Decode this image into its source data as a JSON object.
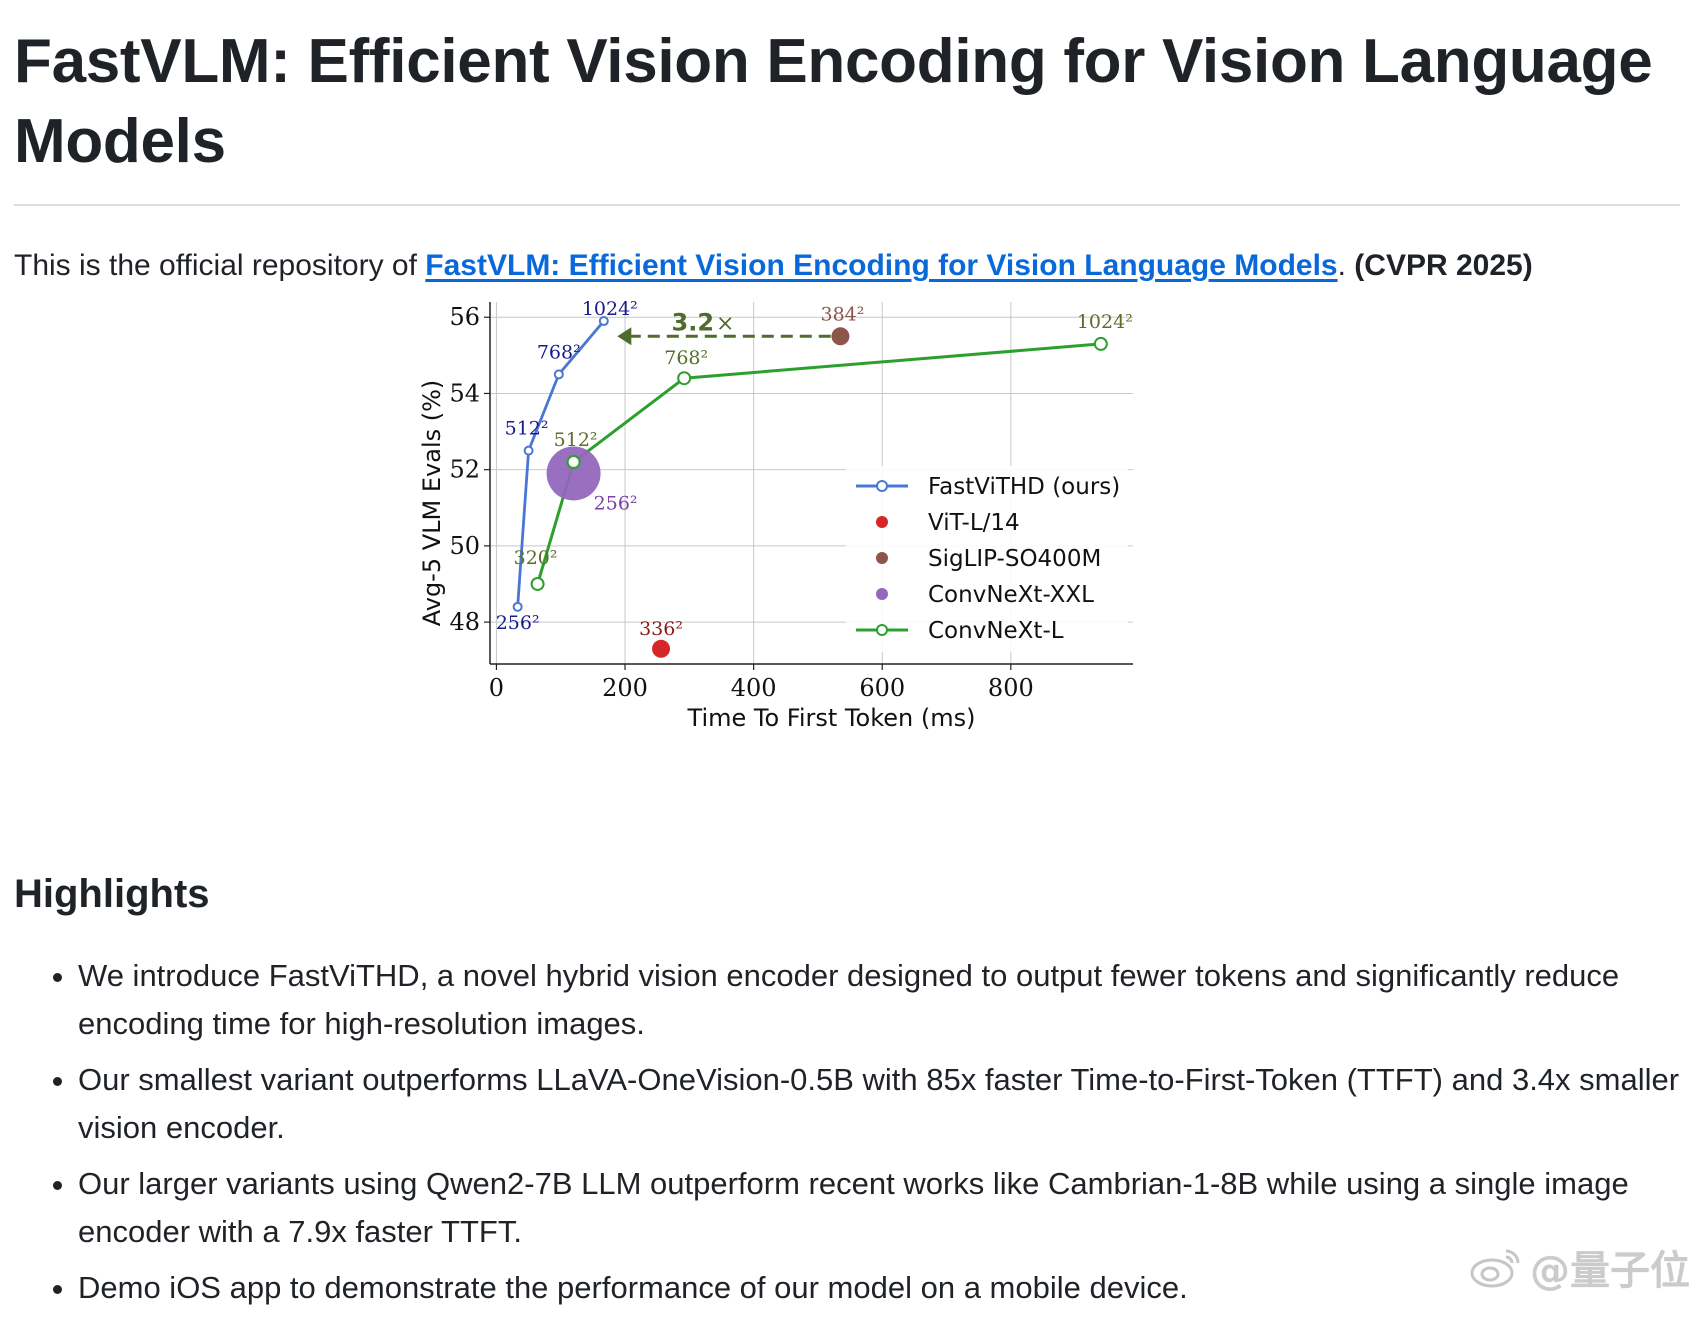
{
  "readme": {
    "title": "FastVLM: Efficient Vision Encoding for Vision Language Models",
    "intro_prefix": "This is the official repository of ",
    "intro_link": "FastVLM: Efficient Vision Encoding for Vision Language Models",
    "intro_period": ".",
    "intro_venue": "(CVPR 2025)",
    "highlights_heading": "Highlights",
    "highlights": [
      "We introduce FastViTHD, a novel hybrid vision encoder designed to output fewer tokens and significantly reduce encoding time for high-resolution images.",
      "Our smallest variant outperforms LLaVA-OneVision-0.5B with 85x faster Time-to-First-Token (TTFT) and 3.4x smaller vision encoder.",
      "Our larger variants using Qwen2-7B LLM outperform recent works like Cambrian-1-8B while using a single image encoder with a 7.9x faster TTFT.",
      "Demo iOS app to demonstrate the performance of our model on a mobile device."
    ]
  },
  "watermark": {
    "text": "@量子位",
    "icon": "weibo-icon"
  },
  "chart_data": {
    "type": "scatter",
    "xlabel": "Time To First Token (ms)",
    "ylabel": "Avg-5 VLM Evals (%)",
    "xlim": [
      -10,
      990
    ],
    "ylim": [
      46.9,
      56.4
    ],
    "xticks": [
      0,
      200,
      400,
      600,
      800
    ],
    "yticks": [
      48,
      50,
      52,
      54,
      56
    ],
    "grid": true,
    "legend_position": "lower-right",
    "series": [
      {
        "name": "FastViTHD (ours)",
        "color": "#4a77d4",
        "label_color": "#1a1a8c",
        "marker": "open-circle-line",
        "points": [
          {
            "x": 33,
            "y": 48.4,
            "label": "256²"
          },
          {
            "x": 50,
            "y": 52.5,
            "label": "512²"
          },
          {
            "x": 97,
            "y": 54.5,
            "label": "768²"
          },
          {
            "x": 167,
            "y": 55.9,
            "label": "1024²"
          }
        ]
      },
      {
        "name": "ViT-L/14",
        "color": "#d62728",
        "label_color": "#8b1a1a",
        "marker": "filled-circle",
        "points": [
          {
            "x": 256,
            "y": 47.3,
            "label": "336²"
          }
        ]
      },
      {
        "name": "SigLIP-SO400M",
        "color": "#8c564b",
        "label_color": "#8c564b",
        "marker": "filled-circle",
        "points": [
          {
            "x": 535,
            "y": 55.5,
            "label": "384²"
          }
        ]
      },
      {
        "name": "ConvNeXt-XXL",
        "color": "#9467bd",
        "label_color": "#7a3fa8",
        "marker": "large-filled-circle",
        "points": [
          {
            "x": 120,
            "y": 51.9,
            "label": "256²"
          }
        ]
      },
      {
        "name": "ConvNeXt-L",
        "color": "#2ca02c",
        "label_color": "#5a6e2a",
        "marker": "open-circle-line",
        "points": [
          {
            "x": 64,
            "y": 49.0,
            "label": "320²"
          },
          {
            "x": 120,
            "y": 52.2,
            "label": "512²"
          },
          {
            "x": 292,
            "y": 54.4,
            "label": "768²"
          },
          {
            "x": 940,
            "y": 55.3,
            "label": "1024²"
          }
        ]
      }
    ],
    "annotation": {
      "text": "3.2",
      "text_suffix": "×",
      "from": {
        "x": 520,
        "y": 55.5
      },
      "to": {
        "x": 188,
        "y": 55.5
      },
      "color": "#4f6b2d",
      "style": "dashed-arrow"
    }
  }
}
